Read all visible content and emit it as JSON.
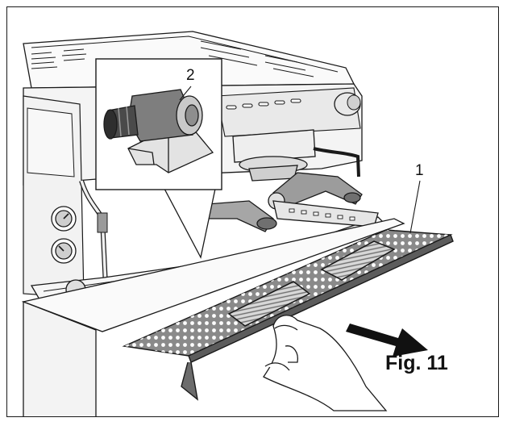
{
  "figure": {
    "caption": "Fig. 11",
    "callouts": [
      {
        "id": "1",
        "text": "1"
      },
      {
        "id": "2",
        "text": "2"
      }
    ]
  },
  "colors": {
    "line": "#1a1a1a",
    "tray": "#8a8a8a",
    "tray_dark": "#5c5c5c",
    "panel": "#f0f0f0",
    "background": "#ffffff"
  }
}
